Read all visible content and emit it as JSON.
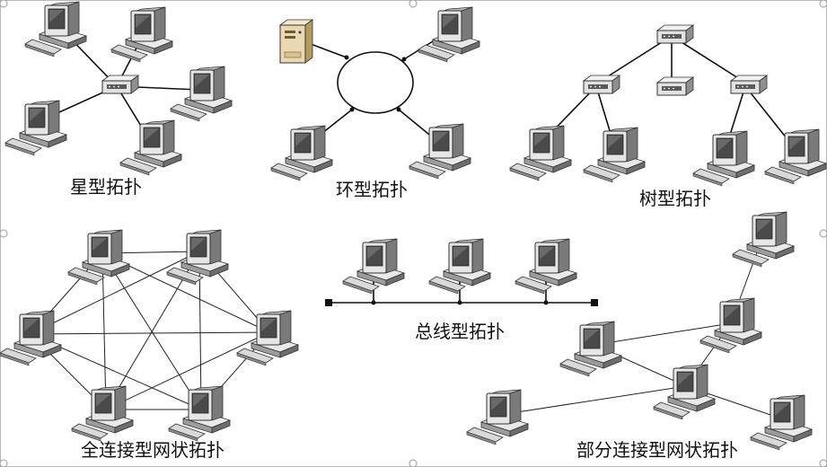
{
  "captions": {
    "star": "星型拓扑",
    "ring": "环型拓扑",
    "tree": "树型拓扑",
    "full_mesh": "全连接型网状拓扑",
    "bus": "总线型拓扑",
    "partial_mesh": "部分连接型网状拓扑"
  },
  "icons": {
    "computer": "computer-icon",
    "hub": "hub-icon",
    "server": "server-icon"
  },
  "colors": {
    "line": "#111111",
    "device_body": "#e4e4e4",
    "device_shadow": "#6d6d6d",
    "server_body": "#ead9b0"
  }
}
